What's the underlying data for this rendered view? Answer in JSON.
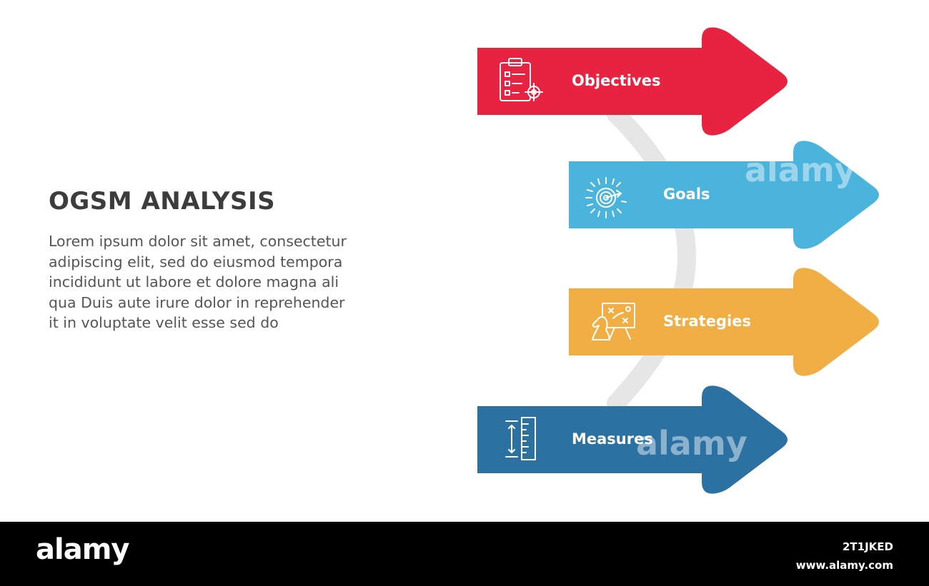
{
  "slide": {
    "title": "OGSM ANALYSIS",
    "body_lines": [
      "Lorem ipsum dolor sit amet, consectetur",
      "adipiscing elit, sed do eiusmod tempora",
      "incididunt ut labore et dolore magna ali",
      "qua Duis aute irure dolor in reprehender",
      "it in voluptate velit esse sed do"
    ]
  },
  "steps": [
    {
      "label": "Objectives",
      "color": "#e82342",
      "icon": "clipboard-target-icon"
    },
    {
      "label": "Goals",
      "color": "#4ab4dc",
      "icon": "target-dartboard-icon"
    },
    {
      "label": "Strategies",
      "color": "#f0ae44",
      "icon": "chess-strategy-board-icon"
    },
    {
      "label": "Measures",
      "color": "#2b71a2",
      "icon": "ruler-measure-icon"
    }
  ],
  "connector_color": "#e6e6e6",
  "watermark": {
    "text": "alamy"
  },
  "footer": {
    "logo": "alamy",
    "image_id": "2T1JKED",
    "url": "www.alamy.com"
  }
}
